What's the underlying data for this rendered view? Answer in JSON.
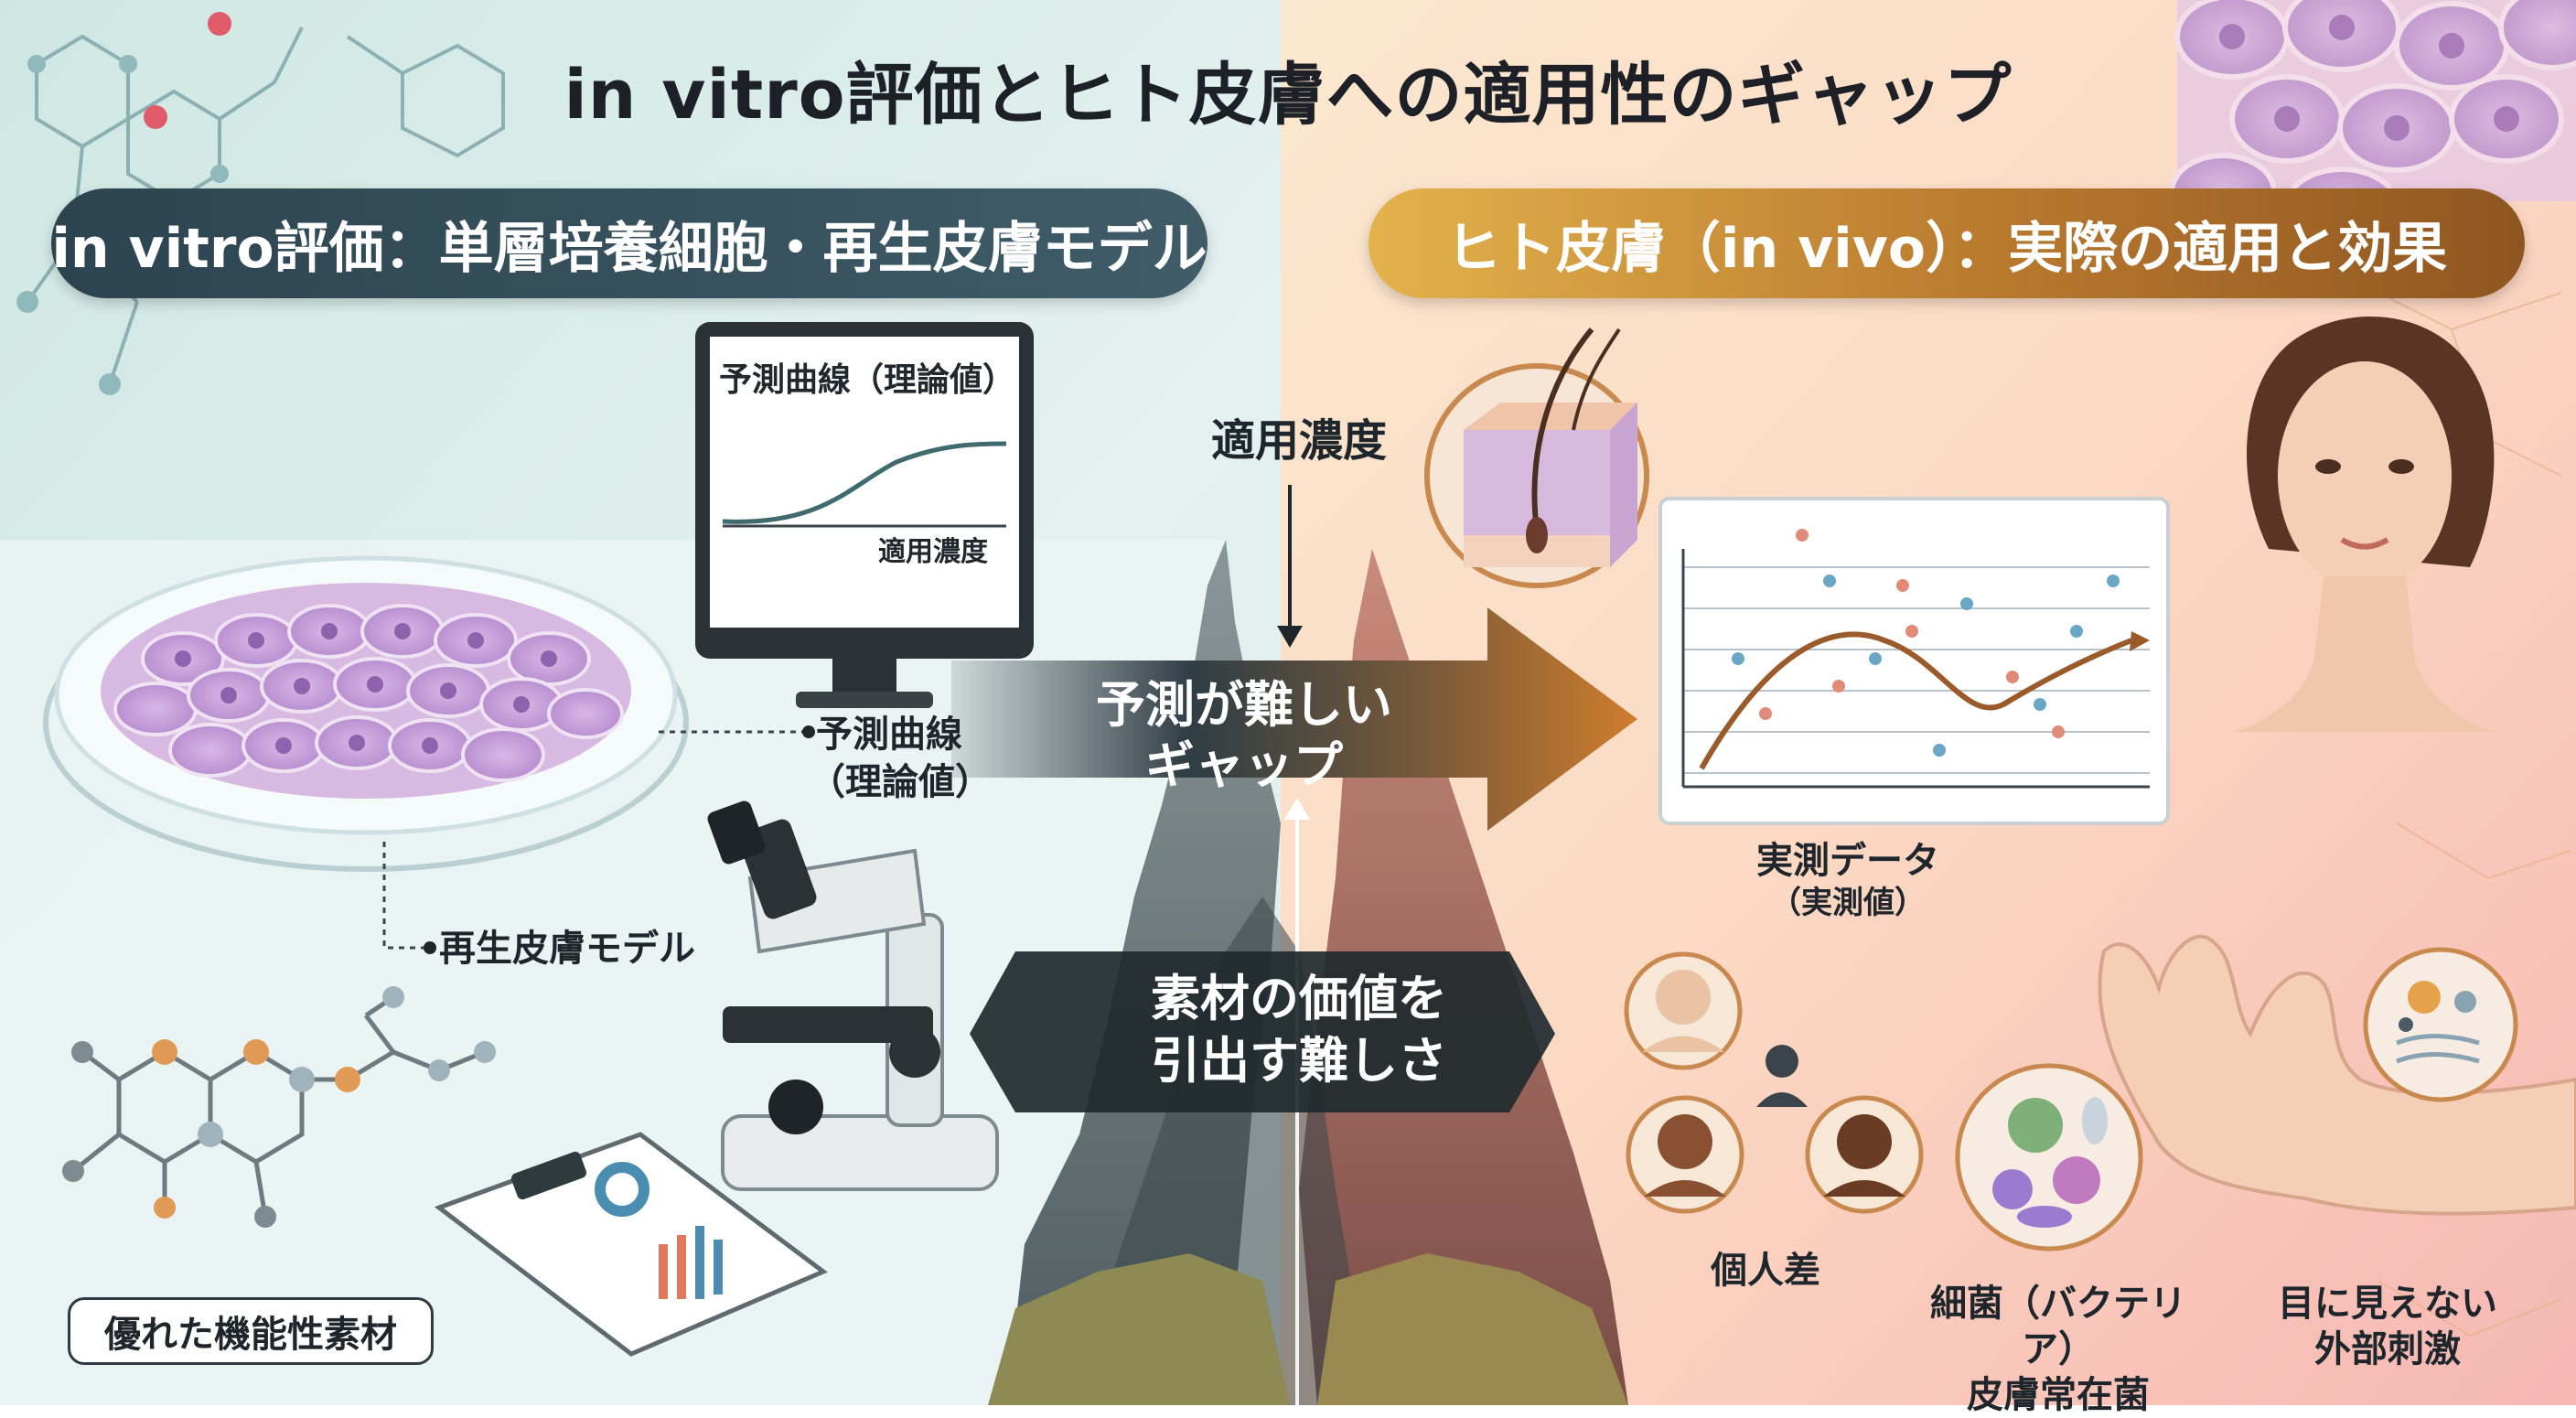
{
  "title": "in vitro評価とヒト皮膚への適用性のギャップ",
  "left_banner": "in vitro評価：単層培養細胞・再生皮膚モデル",
  "right_banner": "ヒト皮膚（in vivo）：実際の適用と効果",
  "monitor": {
    "title": "予測曲線（理論値）",
    "axis_label": "適用濃度"
  },
  "labels": {
    "concentration": "適用濃度",
    "prediction_curve": "予測曲線",
    "theoretical_value": "（理論値）",
    "regenerated_skin": "再生皮膚モデル",
    "functional_material": "優れた機能性素材",
    "measured_data": "実測データ",
    "measured_value": "（実測値）",
    "individual_diff": "個人差",
    "bacteria_1": "細菌（バクテリア）",
    "bacteria_2": "皮膚常在菌",
    "stimulus_1": "目に見えない",
    "stimulus_2": "外部刺激"
  },
  "gap_arrow": {
    "line1": "予測が難しい",
    "line2": "ギャップ"
  },
  "value_box": {
    "line1": "素材の価値を",
    "line2": "引出す難しさ"
  },
  "colors": {
    "left_bg": "#d7ebe6",
    "right_bg": "#fbe2c8",
    "left_banner": "#33505c",
    "right_banner": "#c58a38",
    "arrow_dark": "#2f3d44",
    "arrow_orange": "#c8772a"
  },
  "icons": [
    "petri-dish-icon",
    "monitor-icon",
    "microscope-icon",
    "clipboard-icon",
    "molecule-icon",
    "skin-cross-section-icon",
    "woman-face-icon",
    "person-icon",
    "bacteria-icon",
    "hand-icon",
    "particles-icon"
  ]
}
